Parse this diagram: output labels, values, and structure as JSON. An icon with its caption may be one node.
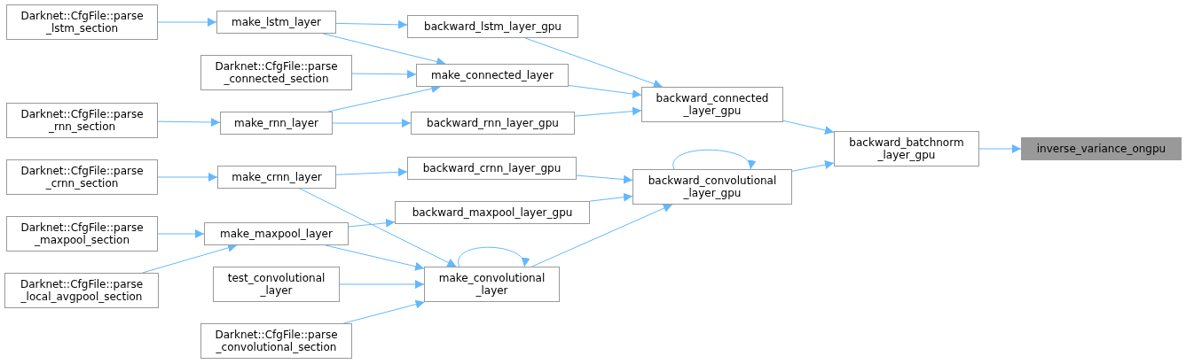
{
  "diagram": {
    "nodes": [
      {
        "text": [
          "Darknet::CfgFile::parse _lstm_section"
        ]
      },
      {
        "text": [
          "make_lstm_layer"
        ]
      },
      {
        "text": [
          "backward_lstm_layer_gpu"
        ]
      },
      {
        "text": [
          "Darknet::CfgFile::parse _connected_section"
        ]
      },
      {
        "text": [
          "make_connected_layer"
        ]
      },
      {
        "text": [
          "Darknet::CfgFile::parse _rnn_section"
        ]
      },
      {
        "text": [
          "make_rnn_layer"
        ]
      },
      {
        "text": [
          "backward_rnn_layer_gpu"
        ]
      },
      {
        "text": [
          "backward_connected _layer_gpu"
        ]
      },
      {
        "text": [
          "backward_batchnorm _layer_gpu"
        ]
      },
      {
        "text": [
          "inverse_variance_ongpu"
        ]
      },
      {
        "text": [
          "Darknet::CfgFile::parse _crnn_section"
        ]
      },
      {
        "text": [
          "make_crnn_layer"
        ]
      },
      {
        "text": [
          "backward_crnn_layer_gpu"
        ]
      },
      {
        "text": [
          "backward_convolutional _layer_gpu"
        ]
      },
      {
        "text": [
          "Darknet::CfgFile::parse _maxpool_section"
        ]
      },
      {
        "text": [
          "make_maxpool_layer"
        ]
      },
      {
        "text": [
          "backward_maxpool_layer_gpu"
        ]
      },
      {
        "text": [
          "Darknet::CfgFile::parse _local_avgpool_section"
        ]
      },
      {
        "text": [
          "test_convolutional _layer"
        ]
      },
      {
        "text": [
          "make_convolutional _layer"
        ]
      },
      {
        "text": [
          "Darknet::CfgFile::parse _convolutional_section"
        ]
      }
    ],
    "edges": [
      {
        "from": 0,
        "to": 1,
        "arrow": "to"
      },
      {
        "from": 1,
        "to": 2,
        "arrow": "to"
      },
      {
        "from": 1,
        "to": 4,
        "arrow": "to"
      },
      {
        "from": 3,
        "to": 4,
        "arrow": "to"
      },
      {
        "from": 6,
        "to": 4,
        "arrow": "to"
      },
      {
        "from": 5,
        "to": 6,
        "arrow": "to"
      },
      {
        "from": 6,
        "to": 7,
        "arrow": "to"
      },
      {
        "from": 2,
        "to": 8,
        "arrow": "to"
      },
      {
        "from": 4,
        "to": 8,
        "arrow": "to"
      },
      {
        "from": 7,
        "to": 8,
        "arrow": "to"
      },
      {
        "from": 8,
        "to": 9,
        "arrow": "to"
      },
      {
        "from": 9,
        "to": 10,
        "arrow": "to"
      },
      {
        "from": 11,
        "to": 12,
        "arrow": "to"
      },
      {
        "from": 12,
        "to": 13,
        "arrow": "to"
      },
      {
        "from": 12,
        "to": 20,
        "arrow": "to"
      },
      {
        "from": 13,
        "to": 14,
        "arrow": "to"
      },
      {
        "from": 14,
        "to": 14,
        "arrow": "to"
      },
      {
        "from": 14,
        "to": 9,
        "arrow": "to"
      },
      {
        "from": 15,
        "to": 16,
        "arrow": "to"
      },
      {
        "from": 18,
        "to": 16,
        "arrow": "to"
      },
      {
        "from": 16,
        "to": 17,
        "arrow": "to"
      },
      {
        "from": 16,
        "to": 20,
        "arrow": "to"
      },
      {
        "from": 17,
        "to": 14,
        "arrow": "to"
      },
      {
        "from": 19,
        "to": 20,
        "arrow": "to"
      },
      {
        "from": 21,
        "to": 20,
        "arrow": "to"
      },
      {
        "from": 20,
        "to": 20,
        "arrow": "to"
      },
      {
        "from": 20,
        "to": 14,
        "arrow": "to"
      }
    ]
  }
}
